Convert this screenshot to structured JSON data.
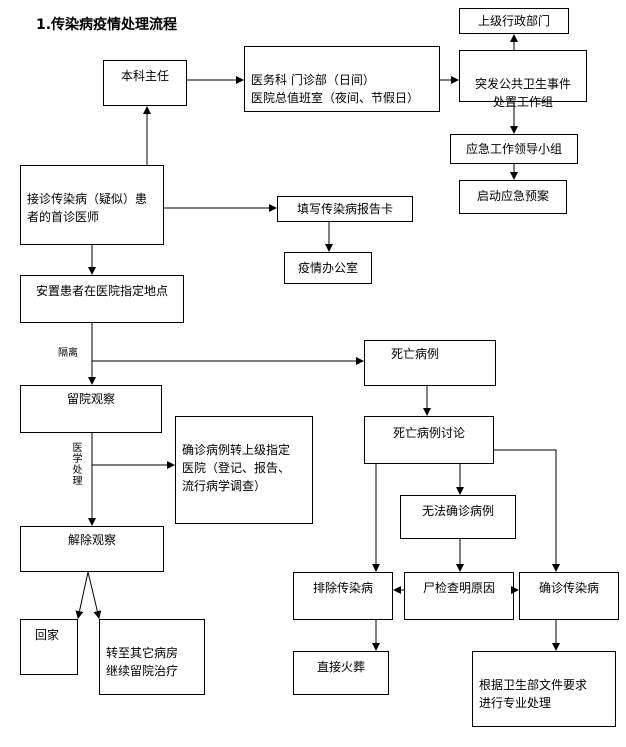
{
  "title": "1.传染病疫情处理流程",
  "nodes": {
    "dept_head": "本科主任",
    "medical_dept": "医务科  门诊部（日间）\n医院总值班室（夜间、节假日）",
    "superior_admin": "上级行政部门",
    "public_health_group": "突发公共卫生事件\n处置工作组",
    "emergency_leadership": "应急工作领导小组",
    "start_emergency_plan": "启动应急预案",
    "first_doctor": "接诊传染病（疑似）患\n者的首诊医师",
    "fill_report_card": "填写传染病报告卡",
    "epidemic_office": "疫情办公室",
    "place_patient": "安置患者在医院指定地点",
    "death_case": "死亡病例",
    "hospital_observation": "留院观察",
    "transfer_confirmed": "确诊病例转上级指定\n医院（登记、报告、\n流行病学调查）",
    "death_discussion": "死亡病例讨论",
    "unconfirmed_case": "无法确诊病例",
    "release_observation": "解除观察",
    "exclude_infectious": "排除传染病",
    "autopsy": "尸检查明原因",
    "confirm_infectious": "确诊传染病",
    "go_home": "回家",
    "transfer_ward": "转至其它病房\n继续留院治疗",
    "direct_cremation": "直接火葬",
    "professional_handling": "根据卫生部文件要求\n进行专业处理"
  },
  "edge_labels": {
    "isolation": "隔离",
    "medical_treatment": "医学处理"
  }
}
